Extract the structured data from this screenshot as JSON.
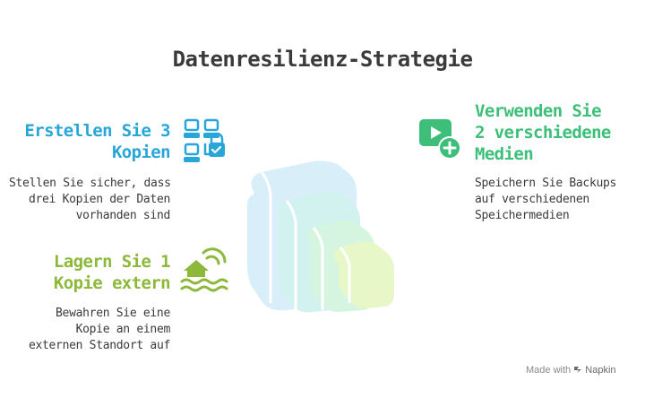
{
  "title": "Datenresilienz-Strategie",
  "colors": {
    "blue": "#29a6d8",
    "green": "#3dbf7a",
    "lime": "#8db83a",
    "text": "#3a3a3a"
  },
  "items": [
    {
      "heading": [
        "Erstellen Sie 3",
        "Kopien"
      ],
      "text": [
        "Stellen Sie sicher, dass",
        "drei Kopien der Daten",
        "vorhanden sind"
      ],
      "icon": "copies-lock-icon"
    },
    {
      "heading": [
        "Verwenden Sie",
        "2 verschiedene",
        "Medien"
      ],
      "text": [
        "Speichern Sie Backups",
        "auf verschiedenen",
        "Speichermedien"
      ],
      "icon": "media-play-add-icon"
    },
    {
      "heading": [
        "Lagern Sie 1",
        "Kopie extern"
      ],
      "text": [
        "Bewahren Sie eine",
        "Kopie an einem",
        "externen Standort auf"
      ],
      "icon": "offsite-flood-house-icon"
    }
  ],
  "footer": {
    "made_with": "Made with",
    "brand": "Napkin"
  }
}
